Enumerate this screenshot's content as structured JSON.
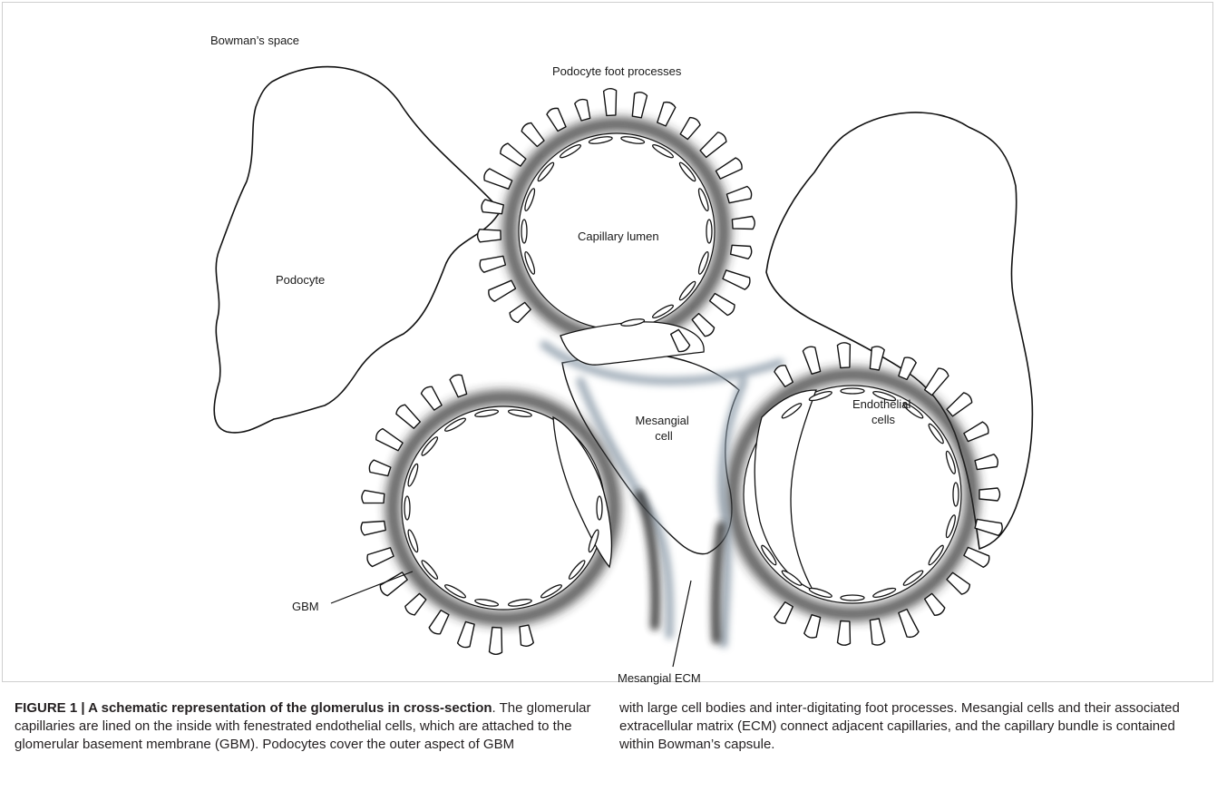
{
  "labels": {
    "bowmans_space": "Bowman’s space",
    "foot_processes": "Podocyte foot processes",
    "capillary_lumen": "Capillary lumen",
    "podocyte": "Podocyte",
    "mesangial_cell_1": "Mesangial",
    "mesangial_cell_2": "cell",
    "endothelial_1": "Endothelial",
    "endothelial_2": "cells",
    "gbm": "GBM",
    "mesangial_ecm": "Mesangial ECM"
  },
  "caption": {
    "title": "FIGURE 1 | A schematic representation of the glomerulus in cross-section",
    "body_left": ". The glomerular capillaries are lined on the inside with fenestrated endothelial cells, which are attached to the glomerular basement membrane (GBM). Podocytes cover the outer aspect of GBM",
    "body_right": "with large cell bodies and inter-digitating foot processes. Mesangial cells and their associated extracellular matrix (ECM) connect adjacent capillaries, and the capillary bundle is contained within Bowman’s capsule."
  },
  "colors": {
    "gbm_dark": "#2b2b2b",
    "ecm_blue": "#8a9aa8",
    "outline": "#111111"
  }
}
